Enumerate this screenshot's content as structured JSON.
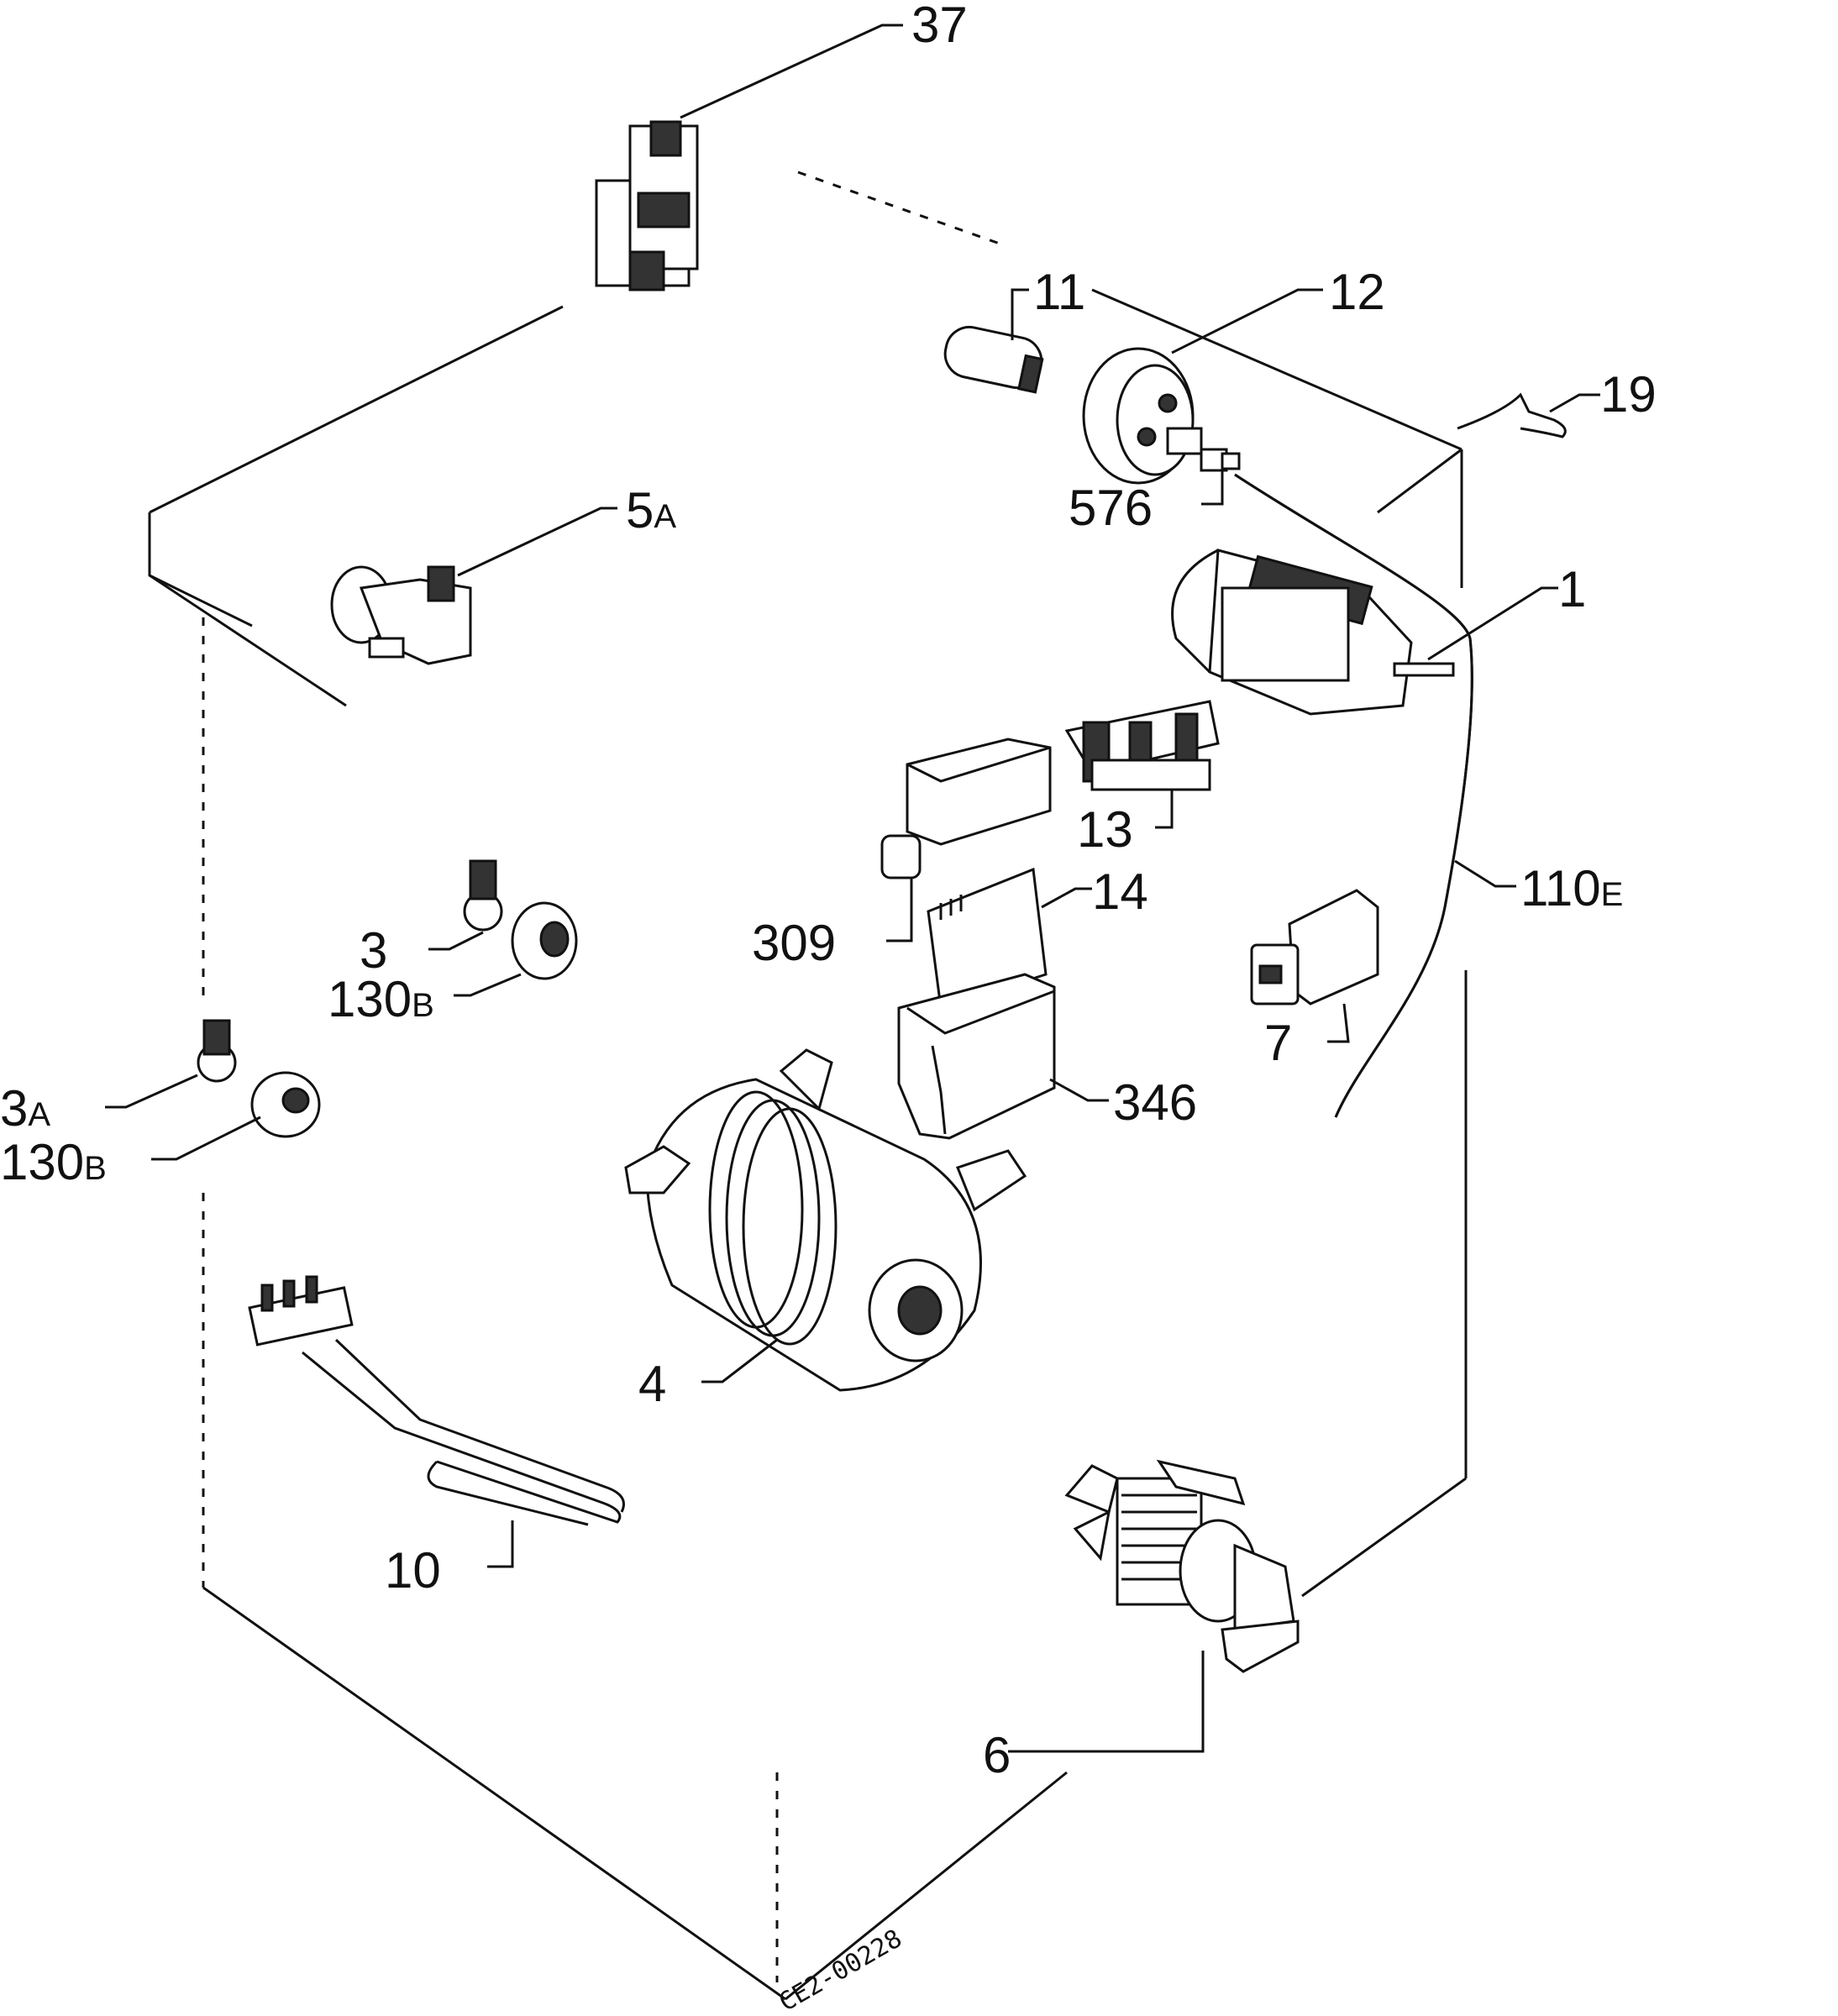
{
  "labels": {
    "p37": "37",
    "p11": "11",
    "p12": "12",
    "p19": "19",
    "p5a_num": "5",
    "p5a_sfx": "A",
    "p576": "576",
    "p1": "1",
    "p13": "13",
    "p110e_num": "110",
    "p110e_sfx": "E",
    "p309": "309",
    "p14": "14",
    "p3": "3",
    "p130b1_num": "130",
    "p130b1_sfx": "B",
    "p7": "7",
    "p3a_num": "3",
    "p3a_sfx": "A",
    "p130b2_num": "130",
    "p130b2_sfx": "B",
    "p346": "346",
    "p4": "4",
    "p10": "10",
    "p6": "6"
  },
  "drawing_code": "CE2-00228"
}
